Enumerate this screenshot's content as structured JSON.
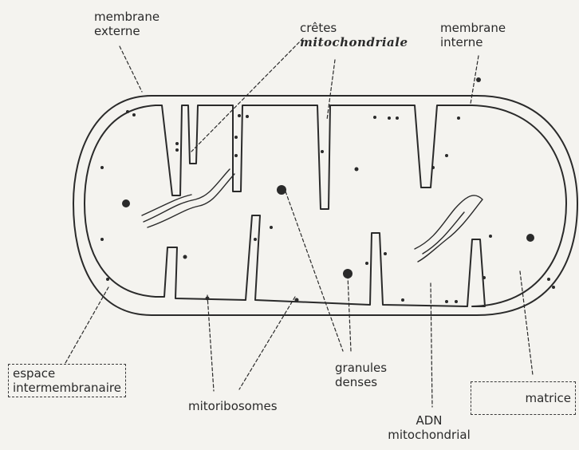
{
  "labels": {
    "outer_membrane_1": "membrane",
    "outer_membrane_2": "externe",
    "cristae_1": "crêtes",
    "cristae_2": "mitochondriale",
    "inner_membrane_1": "membrane",
    "inner_membrane_2": "interne",
    "intermembrane_1": "espace",
    "intermembrane_2": "intermembranaire",
    "mitoribosomes": "mitoribosomes",
    "granules_1": "granules",
    "granules_2": "denses",
    "dna_1": "ADN",
    "dna_2": "mitochondrial",
    "matrix": "matrice"
  },
  "colors": {
    "ink": "#2a2a2a",
    "paper": "#f4f3ef"
  }
}
